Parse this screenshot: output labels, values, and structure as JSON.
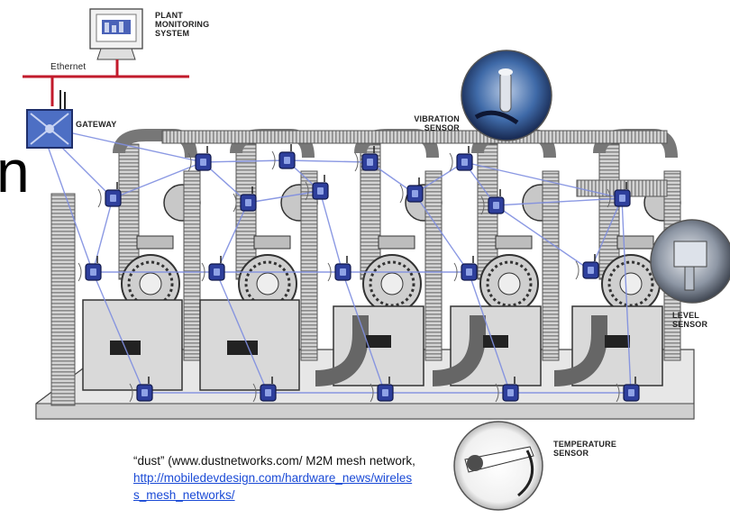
{
  "labels": {
    "monitoring": [
      "PLANT",
      "MONITORING",
      "SYSTEM"
    ],
    "ethernet": "Ethernet",
    "gateway": "GATEWAY",
    "vibration": [
      "VIBRATION",
      "SENSOR"
    ],
    "level": [
      "LEVEL",
      "SENSOR"
    ],
    "temperature": [
      "TEMPERATURE",
      "SENSOR"
    ]
  },
  "title_fragment": "n",
  "caption": {
    "source_text": "“dust” (www.dustnetworks.com/ M2M mesh network,",
    "link_line_1": "http://mobiledevdesign.com/hardware_news/wireles",
    "link_line_2": "s_mesh_networks/"
  },
  "colors": {
    "network_line": "#7f8ee0",
    "ethernet": "#c21a2b",
    "sensor_node": "#2e3f9c",
    "equipment": "#d9d9d9",
    "platform": "#e6e6e6"
  }
}
